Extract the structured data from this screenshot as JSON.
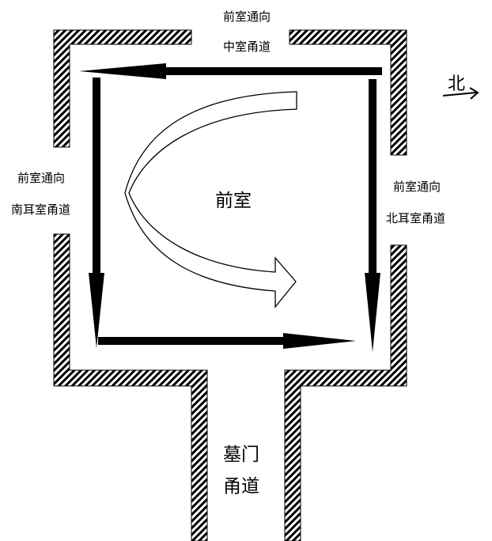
{
  "labels": {
    "top_line1": "前室通向",
    "top_line2": "中室甬道",
    "left_line1": "前室通向",
    "left_line2": "南耳室甬道",
    "right_line1": "前室通向",
    "right_line2": "北耳室甬道",
    "center": "前室",
    "bottom_line1": "墓门",
    "bottom_line2": "甬道",
    "north": "北"
  },
  "colors": {
    "wall_hatch": "#000000",
    "arrow": "#000000",
    "background": "#ffffff"
  }
}
